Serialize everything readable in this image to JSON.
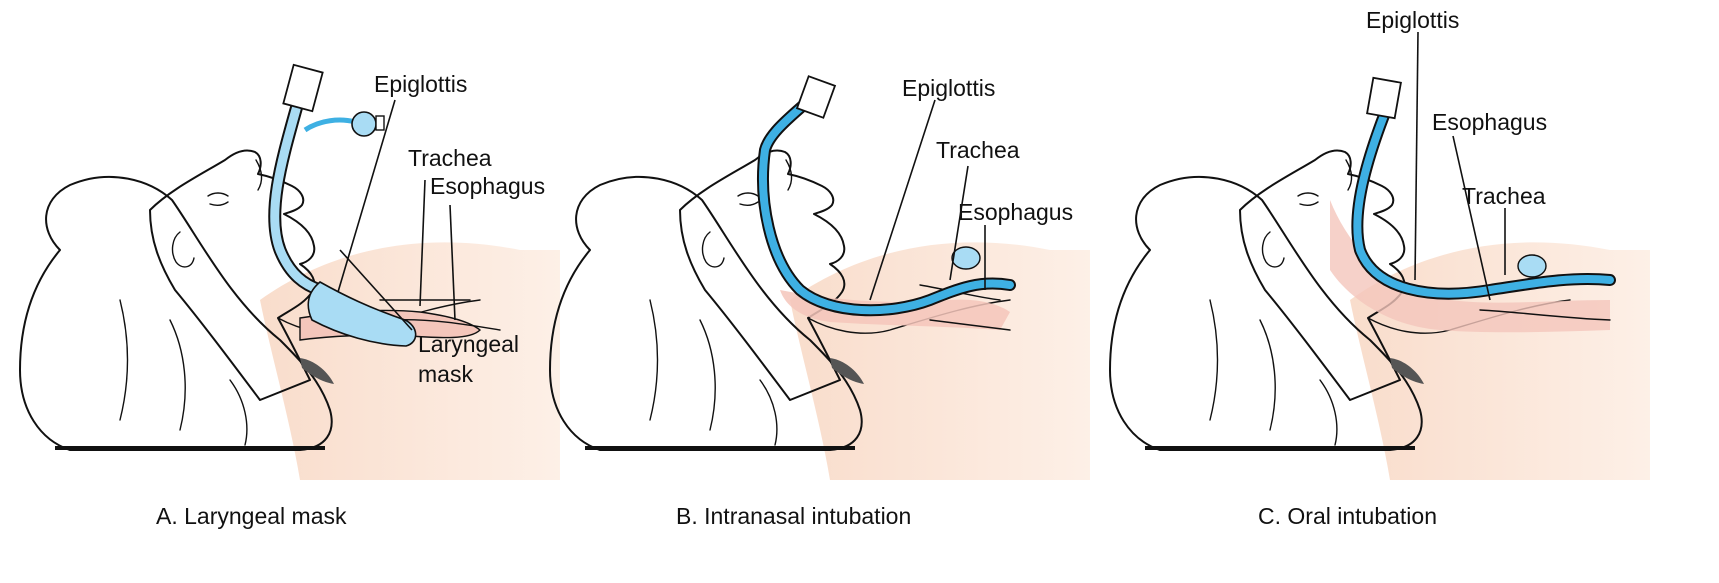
{
  "panels": [
    {
      "caption": "A. Laryngeal mask",
      "labels": {
        "epiglottis": "Epiglottis",
        "trachea": "Trachea",
        "esophagus": "Esophagus",
        "device": "Laryngeal\nmask"
      }
    },
    {
      "caption": "B. Intranasal intubation",
      "labels": {
        "epiglottis": "Epiglottis",
        "trachea": "Trachea",
        "esophagus": "Esophagus"
      }
    },
    {
      "caption": "C. Oral intubation",
      "labels": {
        "epiglottis": "Epiglottis",
        "esophagus": "Esophagus",
        "trachea": "Trachea"
      }
    }
  ],
  "colors": {
    "cap": "#a9cdc4",
    "skin": "#fbe3d2",
    "airway": "#f4c6bb",
    "tube": "#3eb0e3",
    "tube_light": "#a9dcf4",
    "outline": "#111111"
  }
}
